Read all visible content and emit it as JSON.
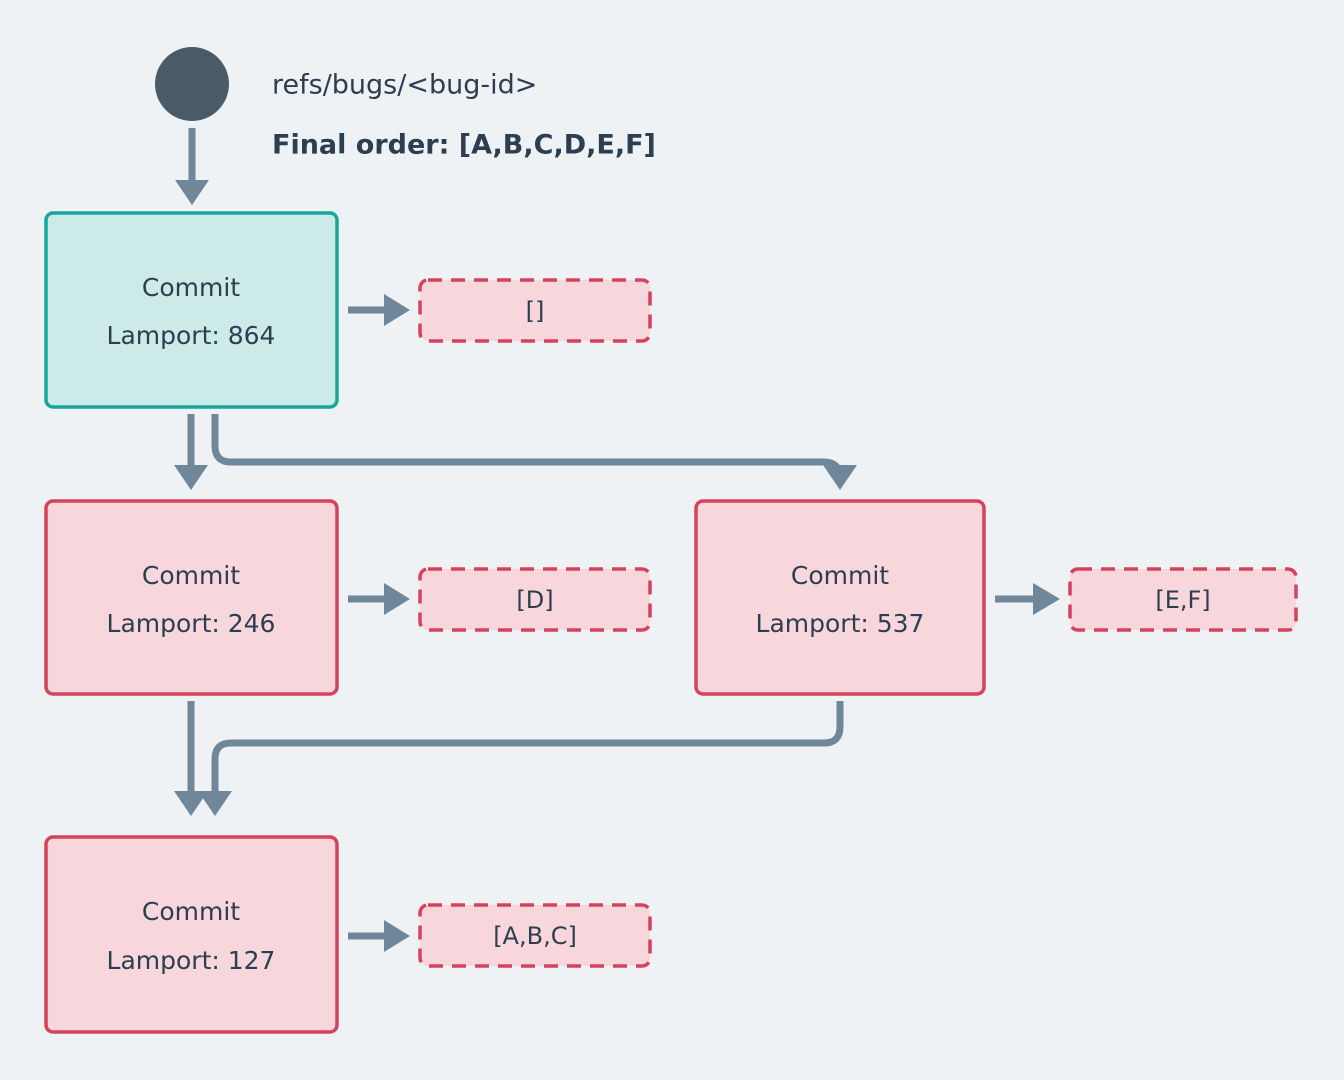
{
  "diagram": {
    "title_ref": "refs/bugs/<bug-id>",
    "final_order_label": "Final order: [A,B,C,D,E,F]",
    "colors": {
      "background": "#eef2f5",
      "start_node": "#4a5a66",
      "edge": "#708799",
      "teal_border": "#16a79a",
      "teal_fill": "#cceae7",
      "pink_border": "#d6425c",
      "pink_fill": "#f8d7dc",
      "text": "#2d3e50"
    },
    "start_node_name": "start-node",
    "nodes": [
      {
        "id": "commit-864",
        "line1": "Commit",
        "line2": "Lamport: 864",
        "lamport": 864,
        "style": "teal",
        "payload": "[]"
      },
      {
        "id": "commit-246",
        "line1": "Commit",
        "line2": "Lamport: 246",
        "lamport": 246,
        "style": "pink",
        "payload": "[D]"
      },
      {
        "id": "commit-537",
        "line1": "Commit",
        "line2": "Lamport: 537",
        "lamport": 537,
        "style": "pink",
        "payload": "[E,F]"
      },
      {
        "id": "commit-127",
        "line1": "Commit",
        "line2": "Lamport: 127",
        "lamport": 127,
        "style": "pink",
        "payload": "[A,B,C]"
      }
    ],
    "edges": [
      {
        "from": "start-node",
        "to": "commit-864"
      },
      {
        "from": "commit-864",
        "to": "commit-246"
      },
      {
        "from": "commit-864",
        "to": "commit-537"
      },
      {
        "from": "commit-246",
        "to": "commit-127"
      },
      {
        "from": "commit-537",
        "to": "commit-127"
      },
      {
        "from": "commit-864",
        "to": "payload-864"
      },
      {
        "from": "commit-246",
        "to": "payload-246"
      },
      {
        "from": "commit-537",
        "to": "payload-537"
      },
      {
        "from": "commit-127",
        "to": "payload-127"
      }
    ]
  }
}
